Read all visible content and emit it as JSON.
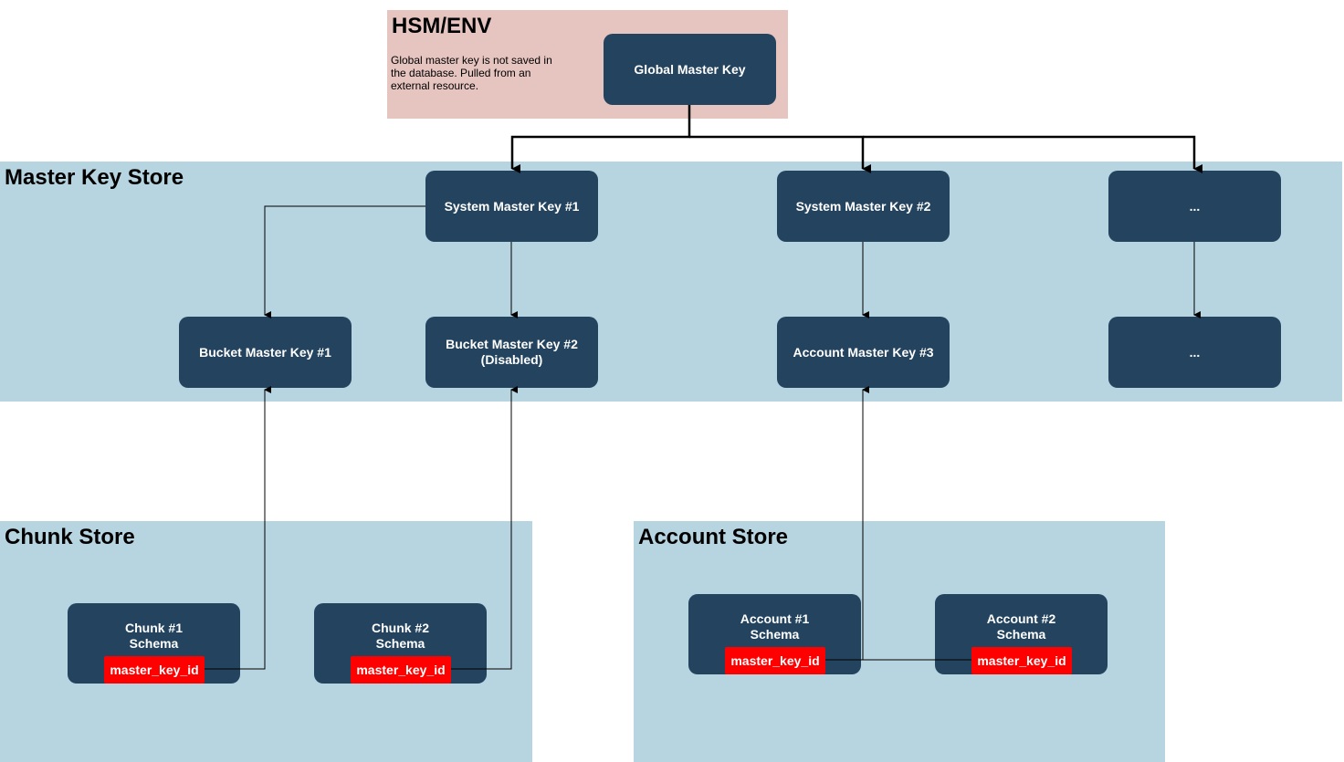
{
  "regions": {
    "hsm": {
      "title": "HSM/ENV",
      "note": "Global master key is not saved in the database. Pulled from an external resource."
    },
    "master_key_store": {
      "title": "Master Key Store"
    },
    "chunk_store": {
      "title": "Chunk Store"
    },
    "account_store": {
      "title": "Account Store"
    }
  },
  "nodes": {
    "global_master_key": "Global Master Key",
    "system_master_key_1": "System Master Key #1",
    "system_master_key_2": "System Master Key #2",
    "ellipsis_top": "...",
    "bucket_master_key_1": "Bucket Master Key #1",
    "bucket_master_key_2": {
      "line1": "Bucket Master Key #2",
      "line2": "(Disabled)"
    },
    "account_master_key_3": "Account Master Key #3",
    "ellipsis_bottom": "..."
  },
  "schemas": {
    "chunk_1": {
      "line1": "Chunk #1",
      "line2": "Schema",
      "field": "master_key_id"
    },
    "chunk_2": {
      "line1": "Chunk #2",
      "line2": "Schema",
      "field": "master_key_id"
    },
    "account_1": {
      "line1": "Account #1",
      "line2": "Schema",
      "field": "master_key_id"
    },
    "account_2": {
      "line1": "Account #2",
      "line2": "Schema",
      "field": "master_key_id"
    }
  },
  "colors": {
    "hsm_background": "#e6c4c0",
    "store_background": "#b7d4e1",
    "node_fill": "#23435e",
    "foreign_key_fill": "#ff0000",
    "connector": "#000000"
  }
}
